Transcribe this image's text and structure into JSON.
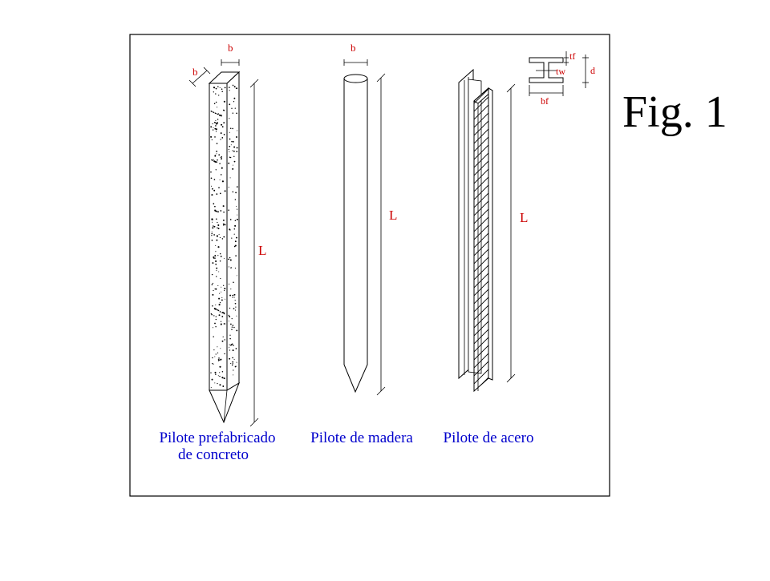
{
  "figure_title": "Fig. 1",
  "colors": {
    "dimension": "#cc0000",
    "caption": "#0000cc",
    "outline": "#000000"
  },
  "concrete_pile": {
    "dims": {
      "width_top": "b",
      "width_side": "b",
      "length": "L"
    },
    "caption": [
      "Pilote prefabricado",
      "de concreto"
    ]
  },
  "timber_pile": {
    "dims": {
      "diameter": "b",
      "length": "L"
    },
    "caption": [
      "Pilote de madera"
    ]
  },
  "steel_pile": {
    "dims": {
      "length": "L"
    },
    "section_dims": {
      "flange_thickness": "tf",
      "web_thickness": "tw",
      "depth": "d",
      "flange_width": "bf"
    },
    "caption": [
      "Pilote de acero"
    ]
  }
}
